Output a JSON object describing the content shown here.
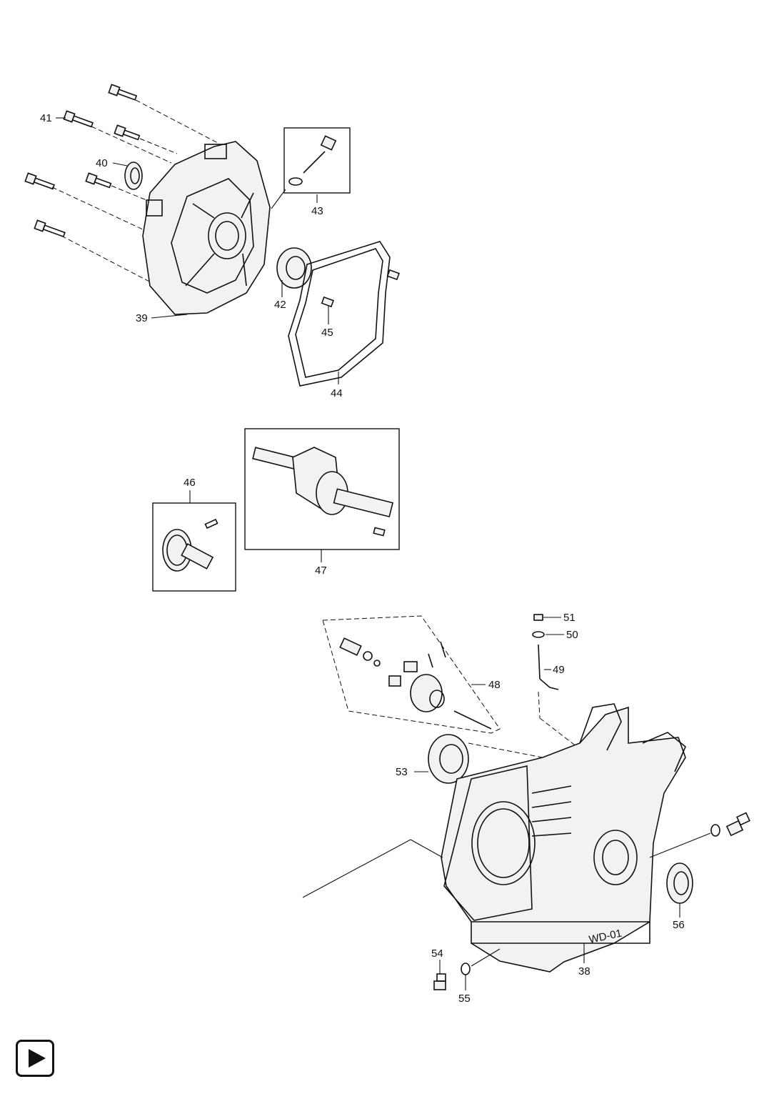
{
  "diagram": {
    "callouts": {
      "p38": "38",
      "p39": "39",
      "p40": "40",
      "p41": "41",
      "p42": "42",
      "p43": "43",
      "p44": "44",
      "p45": "45",
      "p46": "46",
      "p47": "47",
      "p48": "48",
      "p49": "49",
      "p50": "50",
      "p51": "51",
      "p53": "53",
      "p54": "54",
      "p55": "55",
      "p56": "56"
    },
    "crankcase_stamp": "WD-01"
  },
  "nav": {
    "play_icon": "play-icon"
  }
}
